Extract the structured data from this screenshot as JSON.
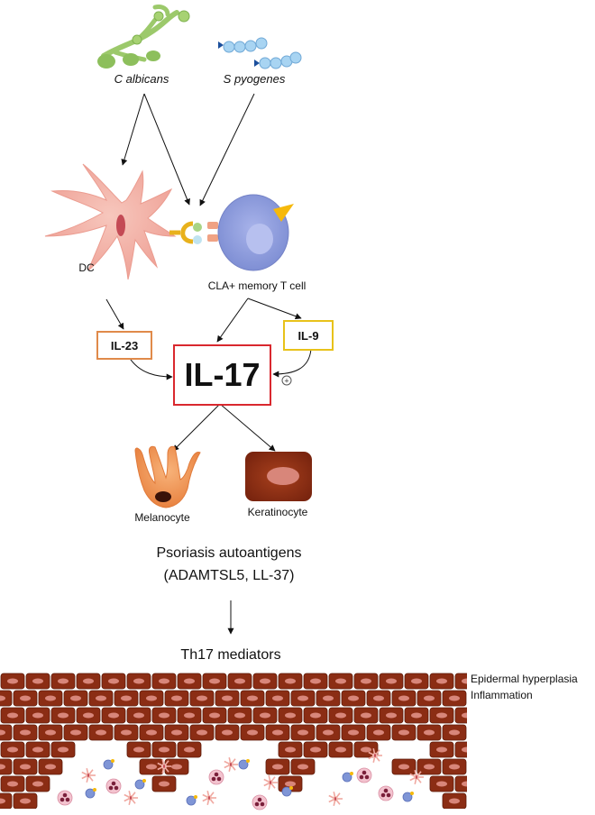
{
  "organisms": {
    "candida": "C albicans",
    "strep": "S pyogenes"
  },
  "cells": {
    "dc": "DC",
    "tcell": "CLA+ memory T cell",
    "melanocyte": "Melanocyte",
    "keratinocyte": "Keratinocyte"
  },
  "cytokines": {
    "il23": "IL-23",
    "il9": "IL-9",
    "il17": "IL-17",
    "il9_effect": "+"
  },
  "autoantigens": {
    "title": "Psoriasis autoantigens",
    "list": "(ADAMTSL5, LL-37)"
  },
  "mediators": "Th17 mediators",
  "outcomes": [
    "Epidermal hyperplasia",
    "Inflammation"
  ],
  "colors": {
    "il23_border": "#e08a4a",
    "il9_border": "#e8c21a",
    "il17_border": "#d9282e",
    "tissue_fill": "#8b2d14",
    "cell_nucleus": "#d8867a",
    "tcell_fill": "#8f9ddc",
    "dc_fill": "#f3b2a8",
    "microbe_green": "#9cc96b",
    "microbe_blue": "#a8d4f2"
  }
}
